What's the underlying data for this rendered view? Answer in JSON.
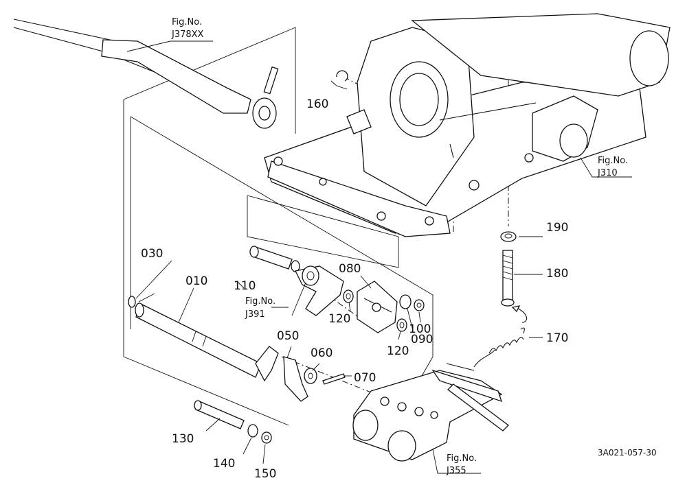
{
  "figure_code": "3A021-057-30",
  "fig_prefix": "Fig.No.",
  "figure_refs": [
    {
      "id": "J378XX"
    },
    {
      "id": "J310"
    },
    {
      "id": "J391"
    },
    {
      "id": "J355"
    }
  ],
  "part_labels": {
    "p010": "010",
    "p030": "030",
    "p050": "050",
    "p060": "060",
    "p070": "070",
    "p080": "080",
    "p090": "090",
    "p100": "100",
    "p110": "110",
    "p120a": "120",
    "p120b": "120",
    "p130": "130",
    "p140": "140",
    "p150": "150",
    "p160": "160",
    "p170": "170",
    "p180": "180",
    "p190": "190"
  }
}
